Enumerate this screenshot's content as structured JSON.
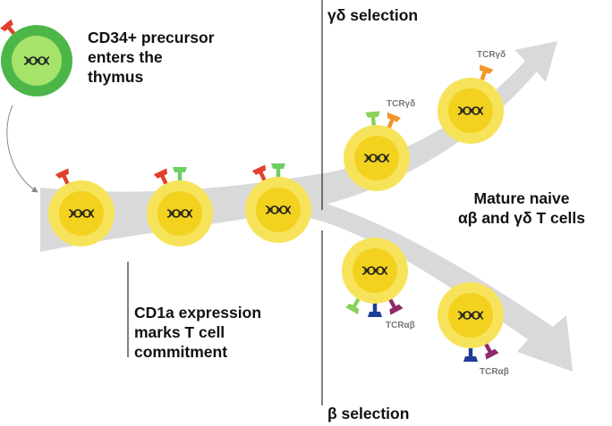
{
  "labels": {
    "precursor": [
      "CD34+ precursor",
      "enters the",
      "thymus"
    ],
    "gd_selection": "γδ selection",
    "b_selection": "β selection",
    "mature": [
      "Mature naive",
      "αβ and γδ T cells"
    ],
    "cd1a": [
      "CD1a expression",
      "marks T cell",
      "commitment"
    ],
    "tcr_gd": "TCRγδ",
    "tcr_ab": "TCRαβ"
  },
  "colors": {
    "arrow": "#d9d9d9",
    "cell_outer": "#f7e35a",
    "cell_inner": "#f2d21f",
    "precursor_outer": "#4cb748",
    "precursor_inner": "#a6e36a",
    "cd34_receptor": "#e0412b",
    "cd1a_receptor": "#6dce63",
    "tcr_gamma": "#8bd05a",
    "tcr_delta": "#f0962a",
    "tcr_alpha": "#1f3c96",
    "tcr_beta": "#8e2a6b",
    "divider": "#000000"
  },
  "icons": [
    "dna-icon",
    "receptor-icon",
    "cell-icon",
    "arrow-icon"
  ]
}
